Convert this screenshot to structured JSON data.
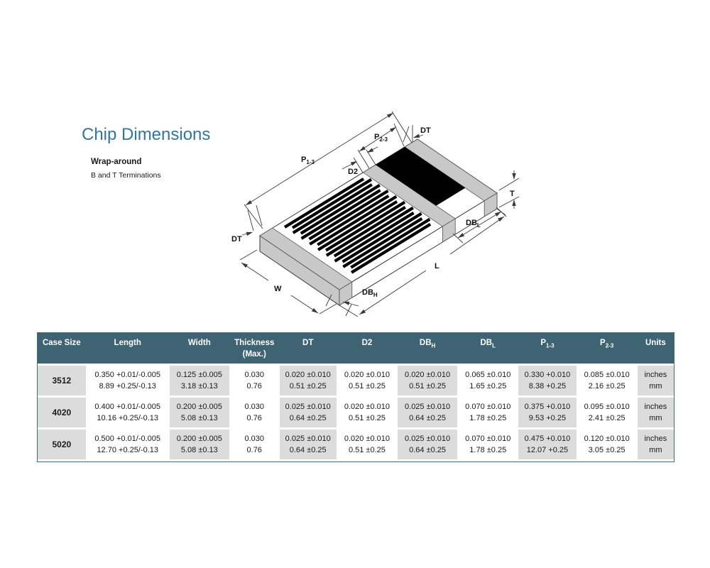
{
  "page": {
    "title": "Chip Dimensions",
    "subtitle": "Wrap-around",
    "subtitle2": "B and T Terminations"
  },
  "diagram": {
    "labels": {
      "p": "P",
      "p13_sub": "1-3",
      "p23_sub": "2-3",
      "d2": "D2",
      "dt": "DT",
      "t": "T",
      "db": "DB",
      "db_l_sub": "L",
      "db_h_sub": "H",
      "l": "L",
      "w": "W"
    }
  },
  "table": {
    "headers": [
      {
        "base": "Case Size"
      },
      {
        "base": "Length"
      },
      {
        "base": "Width"
      },
      {
        "base": "Thickness",
        "line2": "(Max.)"
      },
      {
        "base": "DT"
      },
      {
        "base": "D2"
      },
      {
        "base": "DB",
        "sub": "H"
      },
      {
        "base": "DB",
        "sub": "L"
      },
      {
        "base": "P",
        "sub": "1-3"
      },
      {
        "base": "P",
        "sub": "2-3"
      },
      {
        "base": "Units"
      }
    ],
    "rows": [
      {
        "case_size": "3512",
        "values": [
          [
            "0.350 +0.01/-0.005",
            "8.89 +0.25/-0.13"
          ],
          [
            "0.125 ±0.005",
            "3.18 ±0.13"
          ],
          [
            "0.030",
            "0.76"
          ],
          [
            "0.020 ±0.010",
            "0.51 ±0.25"
          ],
          [
            "0.020 ±0.010",
            "0.51 ±0.25"
          ],
          [
            "0.020 ±0.010",
            "0.51 ±0.25"
          ],
          [
            "0.065 ±0.010",
            "1.65 ±0.25"
          ],
          [
            "0.330 +0.010",
            "8.38 +0.25"
          ],
          [
            "0.085 ±0.010",
            "2.16 ±0.25"
          ]
        ],
        "units": [
          "inches",
          "mm"
        ]
      },
      {
        "case_size": "4020",
        "values": [
          [
            "0.400 +0.01/-0.005",
            "10.16 +0.25/-0.13"
          ],
          [
            "0.200 ±0.005",
            "5.08 ±0.13"
          ],
          [
            "0.030",
            "0.76"
          ],
          [
            "0.025 ±0.010",
            "0.64 ±0.25"
          ],
          [
            "0.020 ±0.010",
            "0.51 ±0.25"
          ],
          [
            "0.025 ±0.010",
            "0.64 ±0.25"
          ],
          [
            "0.070 ±0.010",
            "1.78 ±0.25"
          ],
          [
            "0.375 +0.010",
            "9.53 +0.25"
          ],
          [
            "0.095 ±0.010",
            "2.41 ±0.25"
          ]
        ],
        "units": [
          "inches",
          "mm"
        ]
      },
      {
        "case_size": "5020",
        "values": [
          [
            "0.500 +0.01/-0.005",
            "12.70 +0.25/-0.13"
          ],
          [
            "0.200 ±0.005",
            "5.08 ±0.13"
          ],
          [
            "0.030",
            "0.76"
          ],
          [
            "0.025 ±0.010",
            "0.64 ±0.25"
          ],
          [
            "0.020 ±0.010",
            "0.51 ±0.25"
          ],
          [
            "0.025 ±0.010",
            "0.64 ±0.25"
          ],
          [
            "0.070 ±0.010",
            "1.78 ±0.25"
          ],
          [
            "0.475 +0.010",
            "12.07 +0.25"
          ],
          [
            "0.120 ±0.010",
            "3.05 ±0.25"
          ]
        ],
        "units": [
          "inches",
          "mm"
        ]
      }
    ]
  },
  "colors": {
    "title_blue": "#35749e",
    "table_header_bg": "#3e6474",
    "row_shade_gray": "#dcdcdc",
    "termination_gray": "#c8c8c8",
    "resistor_black": "#000000"
  }
}
